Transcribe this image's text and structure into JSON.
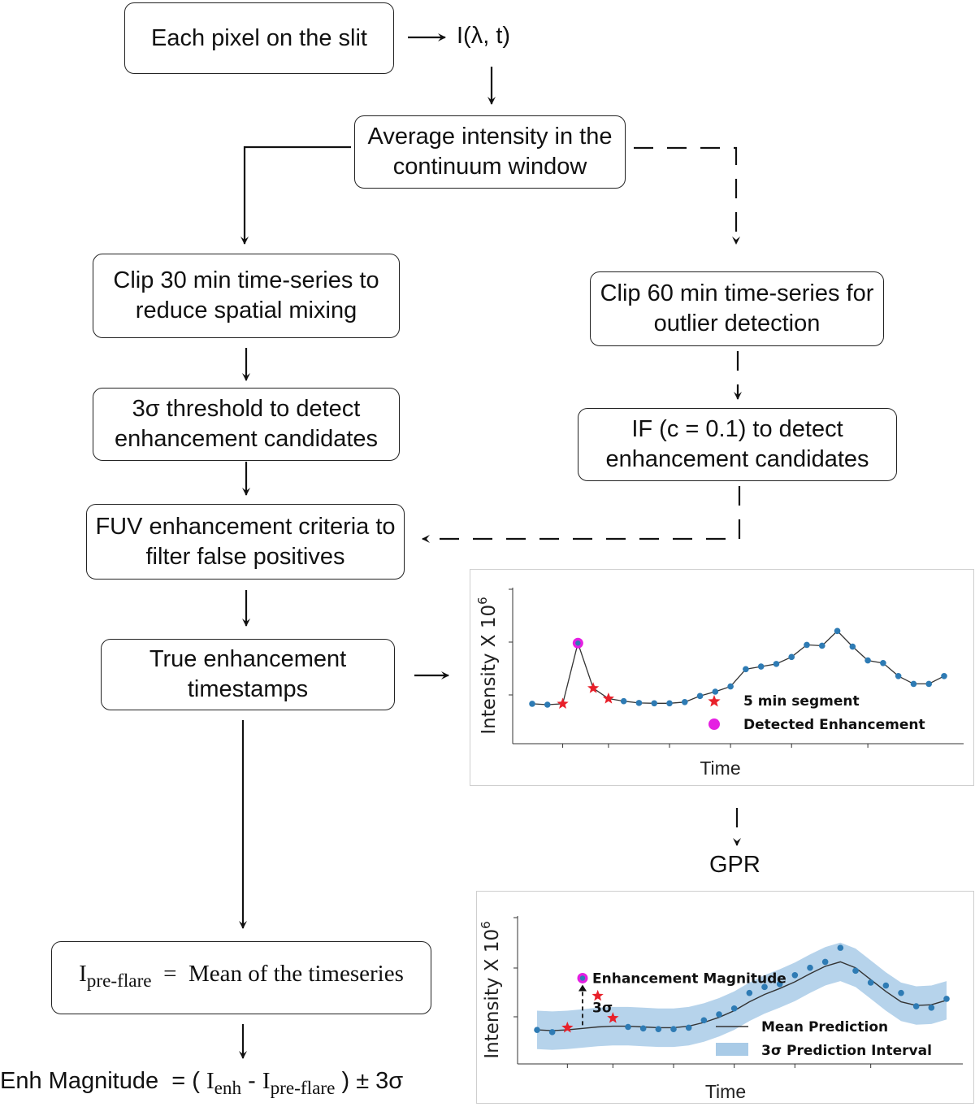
{
  "flow": {
    "pixel": "Each pixel on the slit",
    "intensity": "I(λ, t)",
    "average": "Average intensity in the continuum window",
    "clip30": "Clip 30 min time-series to reduce spatial mixing",
    "clip60": "Clip 60 min time-series for outlier detection",
    "threshold": "3σ threshold to detect enhancement candidates",
    "iforest": "IF (c = 0.1) to detect enhancement candidates",
    "fuv": "FUV enhancement criteria to filter false positives",
    "true_enh": "True enhancement timestamps",
    "gpr": "GPR",
    "preflare": {
      "I": "I",
      "sub": "pre-flare",
      "eq": "=",
      "rhs": "Mean of the timeseries"
    },
    "magnitude": {
      "lhs": "Enh Magnitude",
      "eq": "=",
      "open": "(",
      "I1": "I",
      "sub1": "enh",
      "minus": "-",
      "I2": "I",
      "sub2": "pre-flare",
      "close": ")",
      "pm": "± 3σ"
    }
  },
  "colors": {
    "series": "#2e7bb4",
    "star": "#e8202a",
    "enhancement": "#e51fe2",
    "band": "#a9cbe7",
    "line": "#222222"
  },
  "chart_data": [
    {
      "type": "scatter",
      "ylabel": "Intensity X 10",
      "ylabel_exp": "6",
      "xlabel": "Time",
      "x": [
        0,
        1,
        2,
        3,
        4,
        5,
        6,
        7,
        8,
        9,
        10,
        11,
        12,
        13,
        14,
        15,
        16,
        17,
        18,
        19,
        20,
        21,
        22,
        23,
        24,
        25,
        26
      ],
      "y": [
        2.3,
        2.25,
        2.3,
        5.8,
        3.2,
        2.6,
        2.45,
        2.35,
        2.33,
        2.33,
        2.4,
        2.75,
        3.0,
        3.3,
        4.3,
        4.45,
        4.6,
        5.0,
        5.7,
        5.65,
        6.5,
        5.6,
        4.8,
        4.65,
        3.9,
        3.45,
        3.45,
        3.9
      ],
      "segment_indices": [
        2,
        4,
        5
      ],
      "detected_index": 3,
      "legend": [
        {
          "marker": "star",
          "label": "5 min segment"
        },
        {
          "marker": "circle",
          "label": "Detected Enhancement"
        }
      ],
      "ylim": [
        0,
        9
      ]
    },
    {
      "type": "scatter",
      "ylabel": "Intensity X 10",
      "ylabel_exp": "6",
      "xlabel": "Time",
      "x": [
        0,
        1,
        2,
        3,
        4,
        5,
        6,
        7,
        8,
        9,
        10,
        11,
        12,
        13,
        14,
        15,
        16,
        17,
        18,
        19,
        20,
        21,
        22,
        23,
        24,
        25,
        26
      ],
      "points": [
        2.3,
        2.15,
        2.45,
        5.8,
        4.6,
        3.1,
        2.5,
        2.4,
        2.35,
        2.35,
        2.45,
        2.95,
        3.35,
        3.75,
        4.8,
        5.2,
        5.4,
        6.0,
        6.5,
        6.9,
        7.85,
        6.3,
        5.5,
        5.3,
        4.8,
        3.9,
        3.8,
        4.4
      ],
      "mean": [
        2.3,
        2.25,
        2.3,
        2.4,
        2.5,
        2.55,
        2.55,
        2.5,
        2.45,
        2.45,
        2.55,
        2.8,
        3.15,
        3.6,
        4.2,
        4.7,
        5.1,
        5.55,
        6.1,
        6.6,
        6.9,
        6.5,
        5.7,
        4.9,
        4.2,
        3.95,
        4.0,
        4.3
      ],
      "band_halfwidth": 1.3,
      "segment_indices": [
        2,
        4,
        5
      ],
      "detected_index": 3,
      "annotations": [
        "Enhancement Magnitude",
        "3σ"
      ],
      "legend": [
        {
          "marker": "line",
          "label": "Mean Prediction"
        },
        {
          "marker": "patch",
          "label": "3σ Prediction Interval"
        }
      ],
      "ylim": [
        0,
        10
      ]
    }
  ]
}
